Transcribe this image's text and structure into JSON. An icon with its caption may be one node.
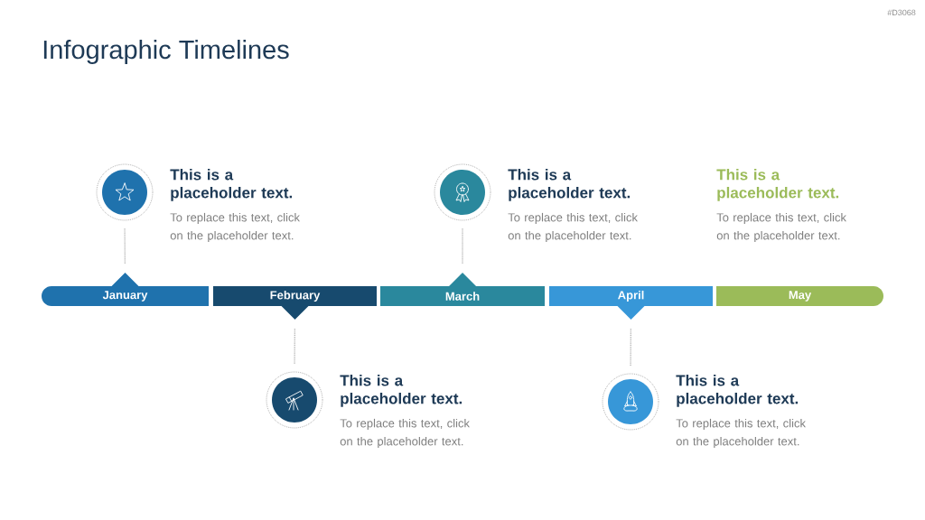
{
  "diagram": {
    "title": "Infographic Timelines",
    "nodes": [
      {
        "text": [
          "January"
        ]
      },
      {
        "text": [
          "February"
        ]
      },
      {
        "text": [
          "March"
        ]
      },
      {
        "text": [
          "April"
        ]
      },
      {
        "text": [
          "May"
        ],
        "beside": [
          "This is a placeholder text.",
          "To replace this text, click on the placeholder text."
        ]
      },
      {
        "text": [],
        "shape": "circle",
        "beside": [
          "This is a placeholder text.",
          "To replace this text, click on the placeholder text."
        ]
      },
      {
        "text": [],
        "shape": "circle",
        "beside": [
          "This is a placeholder text.",
          "To replace this text, click on the placeholder text."
        ]
      },
      {
        "text": [],
        "shape": "circle",
        "beside": [
          "This is a placeholder text.",
          "To replace this text, click on the placeholder text."
        ]
      },
      {
        "text": [],
        "shape": "circle",
        "beside": [
          "This is a placeholder text.",
          "To replace this text, click on the placeholder text."
        ]
      }
    ],
    "edges": [
      {
        "from": 0,
        "to": 5,
        "arrow": "none",
        "style": "dashed"
      },
      {
        "from": 1,
        "to": 6,
        "arrow": "none",
        "style": "dashed"
      },
      {
        "from": 2,
        "to": 7,
        "arrow": "none",
        "style": "dashed"
      },
      {
        "from": 3,
        "to": 8,
        "arrow": "none",
        "style": "dashed"
      }
    ],
    "labels": [
      "#D3068"
    ]
  }
}
